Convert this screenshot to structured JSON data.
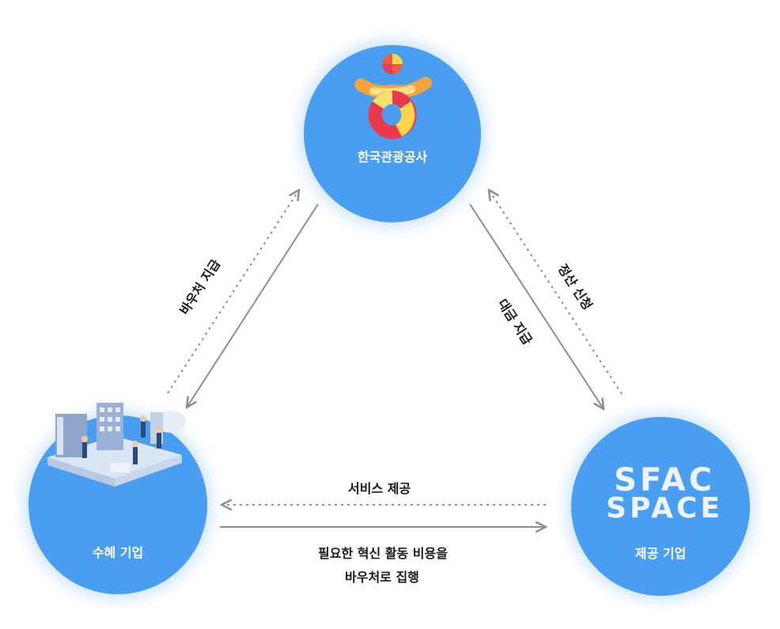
{
  "nodes": {
    "top": {
      "label": "한국관광공사"
    },
    "left": {
      "label": "수혜 기업"
    },
    "right": {
      "label": "제공 기업",
      "logo_lines": [
        "SFAC",
        "SPACE"
      ]
    }
  },
  "edges": {
    "voucher_payment": "바우처 지급",
    "settlement_request": "정산 신청",
    "fee_payment": "대금 지급",
    "service_provision": "서비스 제공",
    "voucher_execution": [
      "필요한 혁신 활동 비용을",
      "바우처로 집행"
    ]
  },
  "colors": {
    "node": "#4a9ef2",
    "arrow": "#8f8f8f",
    "logo_text": "#eef4ff"
  }
}
